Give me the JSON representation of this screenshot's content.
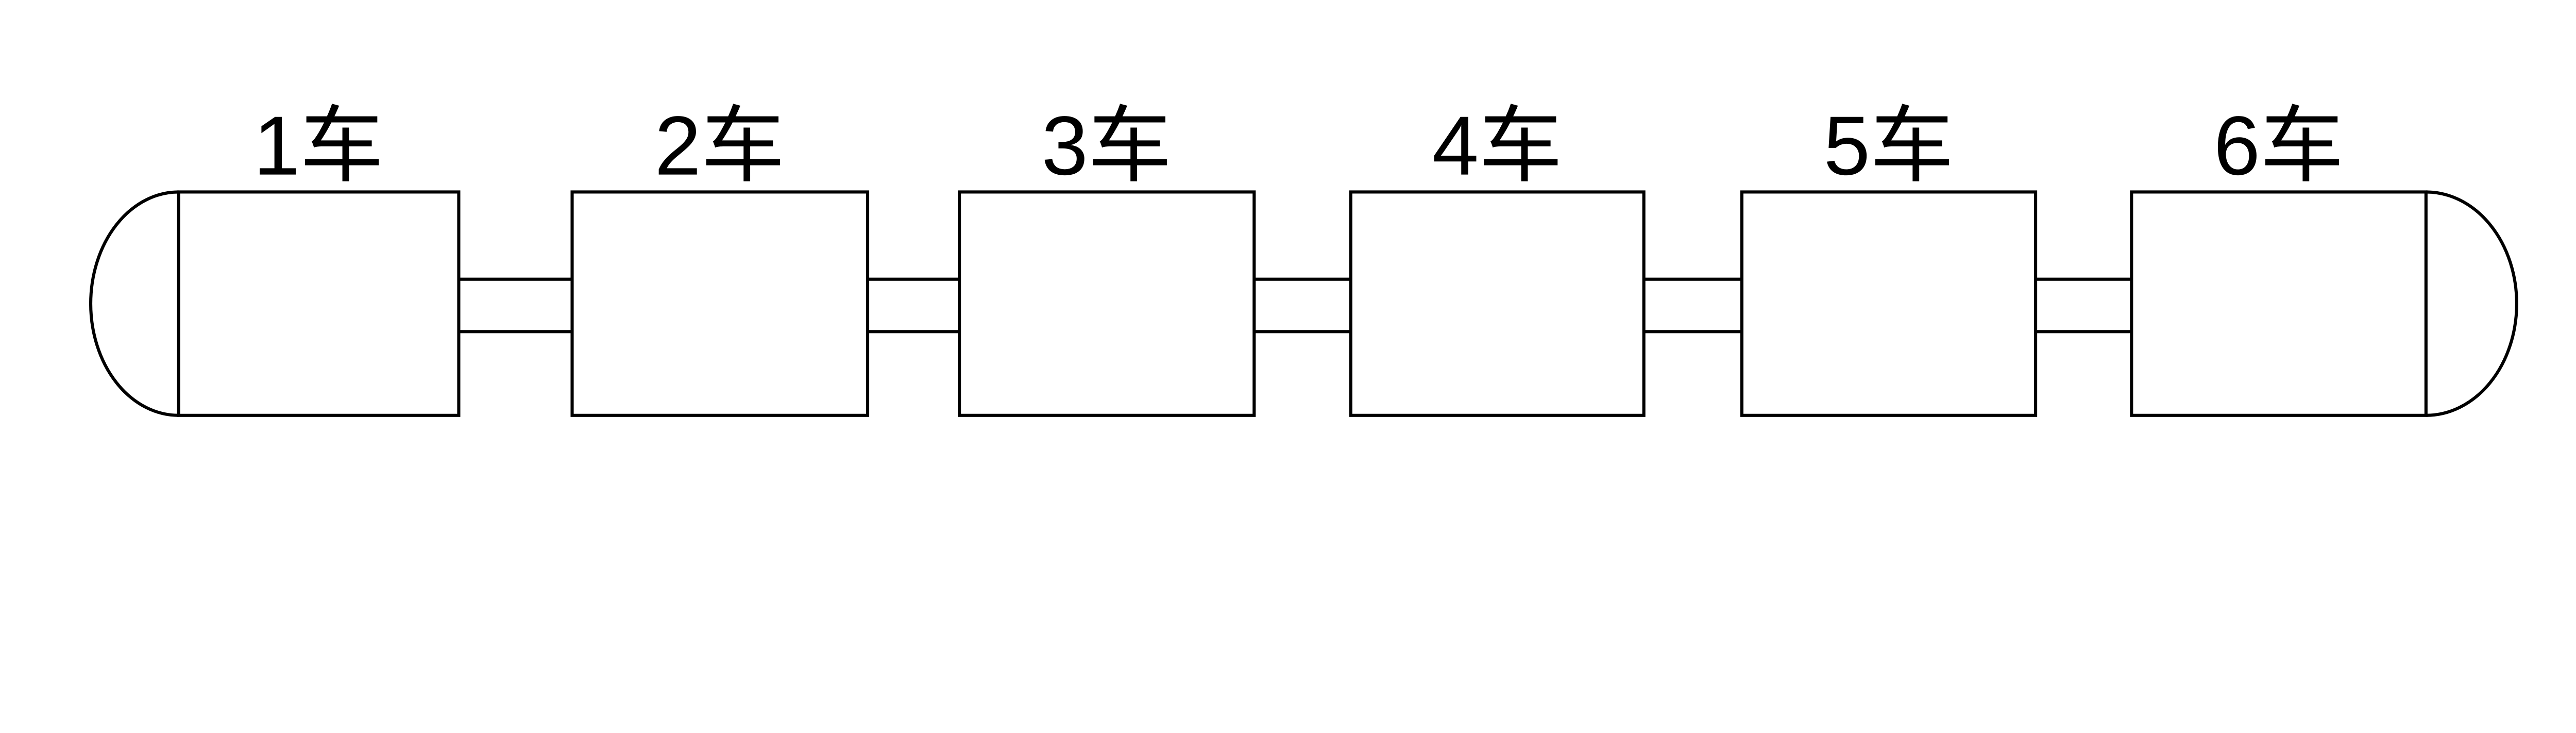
{
  "diagram": {
    "title": "train-consist-diagram",
    "colors": {
      "line": "#000000",
      "background": "#ffffff"
    },
    "cars": [
      {
        "label": "1车"
      },
      {
        "label": "2车"
      },
      {
        "label": "3车"
      },
      {
        "label": "4车"
      },
      {
        "label": "5车"
      },
      {
        "label": "6车"
      }
    ]
  }
}
